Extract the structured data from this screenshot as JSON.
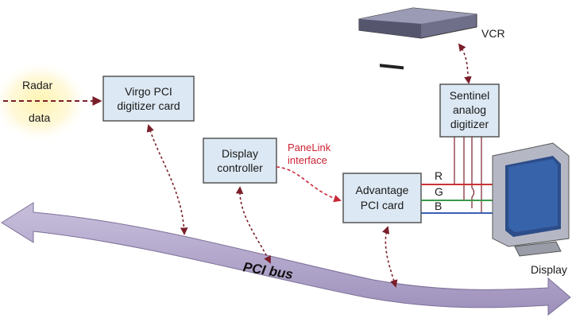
{
  "labels": {
    "radar_line1": "Radar",
    "radar_line2": "data",
    "vcr": "VCR",
    "display": "Display",
    "panelink_line1": "PaneLink",
    "panelink_line2": "interface",
    "bus": "PCI bus"
  },
  "boxes": {
    "virgo_line1": "Virgo PCI",
    "virgo_line2": "digitizer card",
    "display_ctrl_line1": "Display",
    "display_ctrl_line2": "controller",
    "advantage_line1": "Advantage",
    "advantage_line2": "PCI card",
    "sentinel_line1": "Sentinel",
    "sentinel_line2": "analog",
    "sentinel_line3": "digitizer"
  },
  "signals": {
    "r": "R",
    "g": "G",
    "b": "B"
  },
  "colors": {
    "box_fill": "#dce8f3",
    "box_stroke": "#555555",
    "connector": "#7a1f2a",
    "bus_fill": "#b4a9cc",
    "red_signal": "#cc3333",
    "green_signal": "#3a9a4a",
    "blue_signal": "#3a5fb0",
    "panelink_text": "#cc2233",
    "radar_glow": "#fff0a8"
  },
  "icons": [
    "vcr-icon",
    "monitor-icon"
  ]
}
